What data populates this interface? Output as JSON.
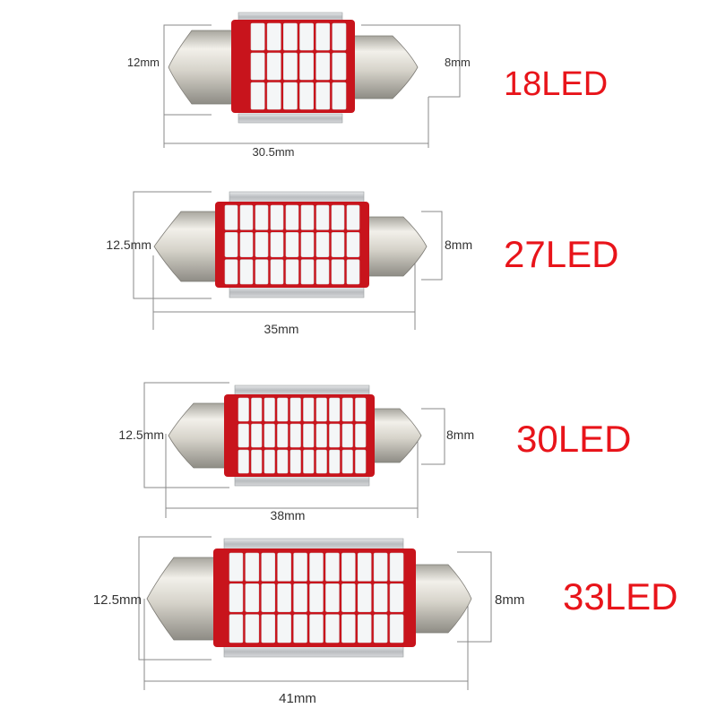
{
  "colors": {
    "pcb_red": "#c8141c",
    "label_red": "#e8141a",
    "led_white": "#f4f6f7",
    "heatsink_silver": "#c9ccce",
    "cap_silver": "#d9d7cf",
    "dim_line": "#8a8a8a"
  },
  "bulbs": [
    {
      "label": "18LED",
      "diameter": "12mm",
      "tip": "8mm",
      "length": "30.5mm",
      "rows": 3,
      "cols": 6
    },
    {
      "label": "27LED",
      "diameter": "12.5mm",
      "tip": "8mm",
      "length": "35mm",
      "rows": 3,
      "cols": 9
    },
    {
      "label": "30LED",
      "diameter": "12.5mm",
      "tip": "8mm",
      "length": "38mm",
      "rows": 3,
      "cols": 10
    },
    {
      "label": "33LED",
      "diameter": "12.5mm",
      "tip": "8mm",
      "length": "41mm",
      "rows": 3,
      "cols": 11
    }
  ]
}
